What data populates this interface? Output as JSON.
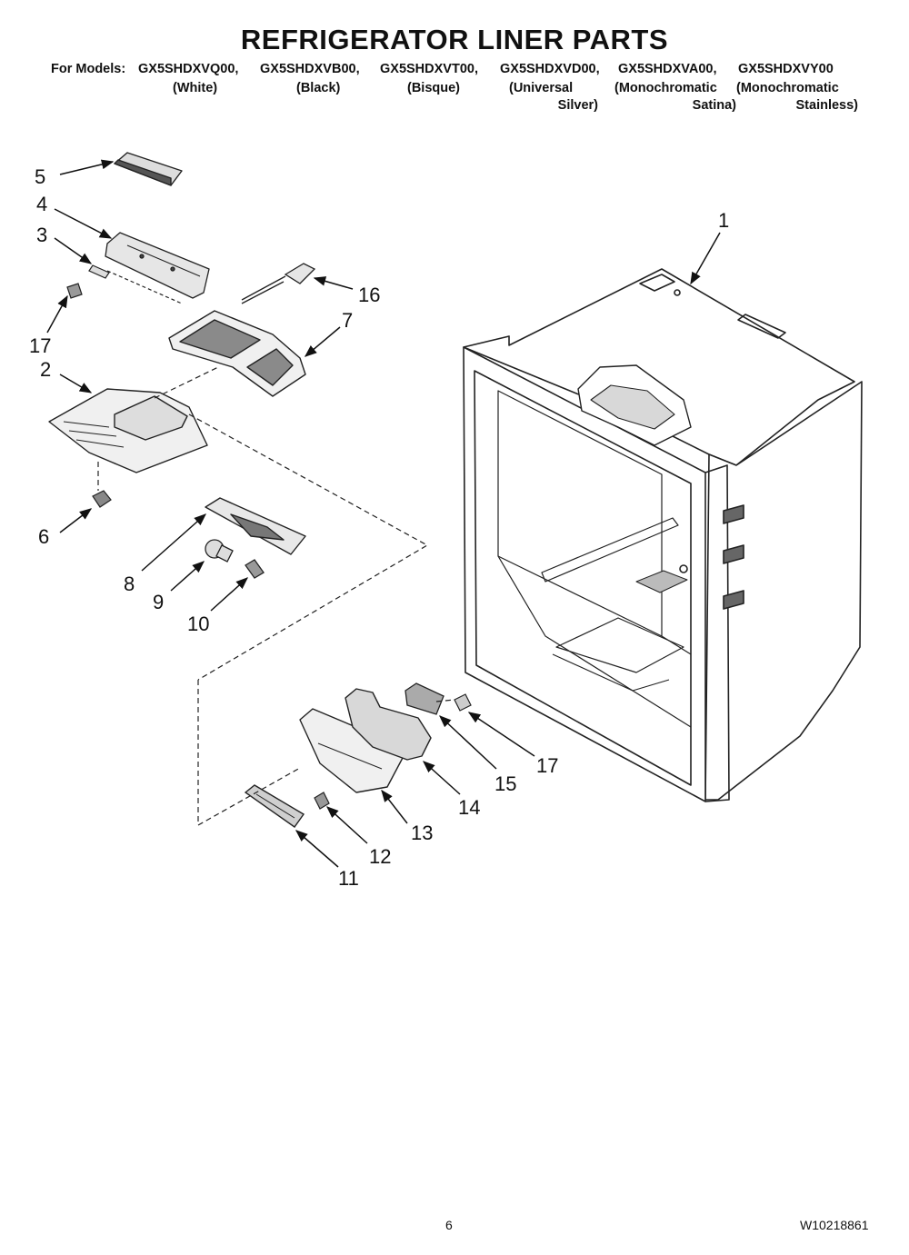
{
  "header": {
    "title": "REFRIGERATOR LINER PARTS",
    "for_models_label": "For Models:",
    "models": [
      {
        "code": "GX5SHDXVQ00,",
        "variant_line1": "(White)",
        "variant_line2": ""
      },
      {
        "code": "GX5SHDXVB00,",
        "variant_line1": "(Black)",
        "variant_line2": ""
      },
      {
        "code": "GX5SHDXVT00,",
        "variant_line1": "(Bisque)",
        "variant_line2": ""
      },
      {
        "code": "GX5SHDXVD00,",
        "variant_line1": "(Universal",
        "variant_line2": "Silver)"
      },
      {
        "code": "GX5SHDXVA00,",
        "variant_line1": "(Monochromatic",
        "variant_line2": "Satina)"
      },
      {
        "code": "GX5SHDXVY00",
        "variant_line1": "(Monochromatic",
        "variant_line2": "Stainless)"
      }
    ]
  },
  "diagram": {
    "callouts": [
      "1",
      "2",
      "3",
      "4",
      "5",
      "6",
      "7",
      "8",
      "9",
      "10",
      "11",
      "12",
      "13",
      "14",
      "15",
      "16",
      "17",
      "17"
    ]
  },
  "footer": {
    "page_number": "6",
    "document_number": "W10218861"
  }
}
